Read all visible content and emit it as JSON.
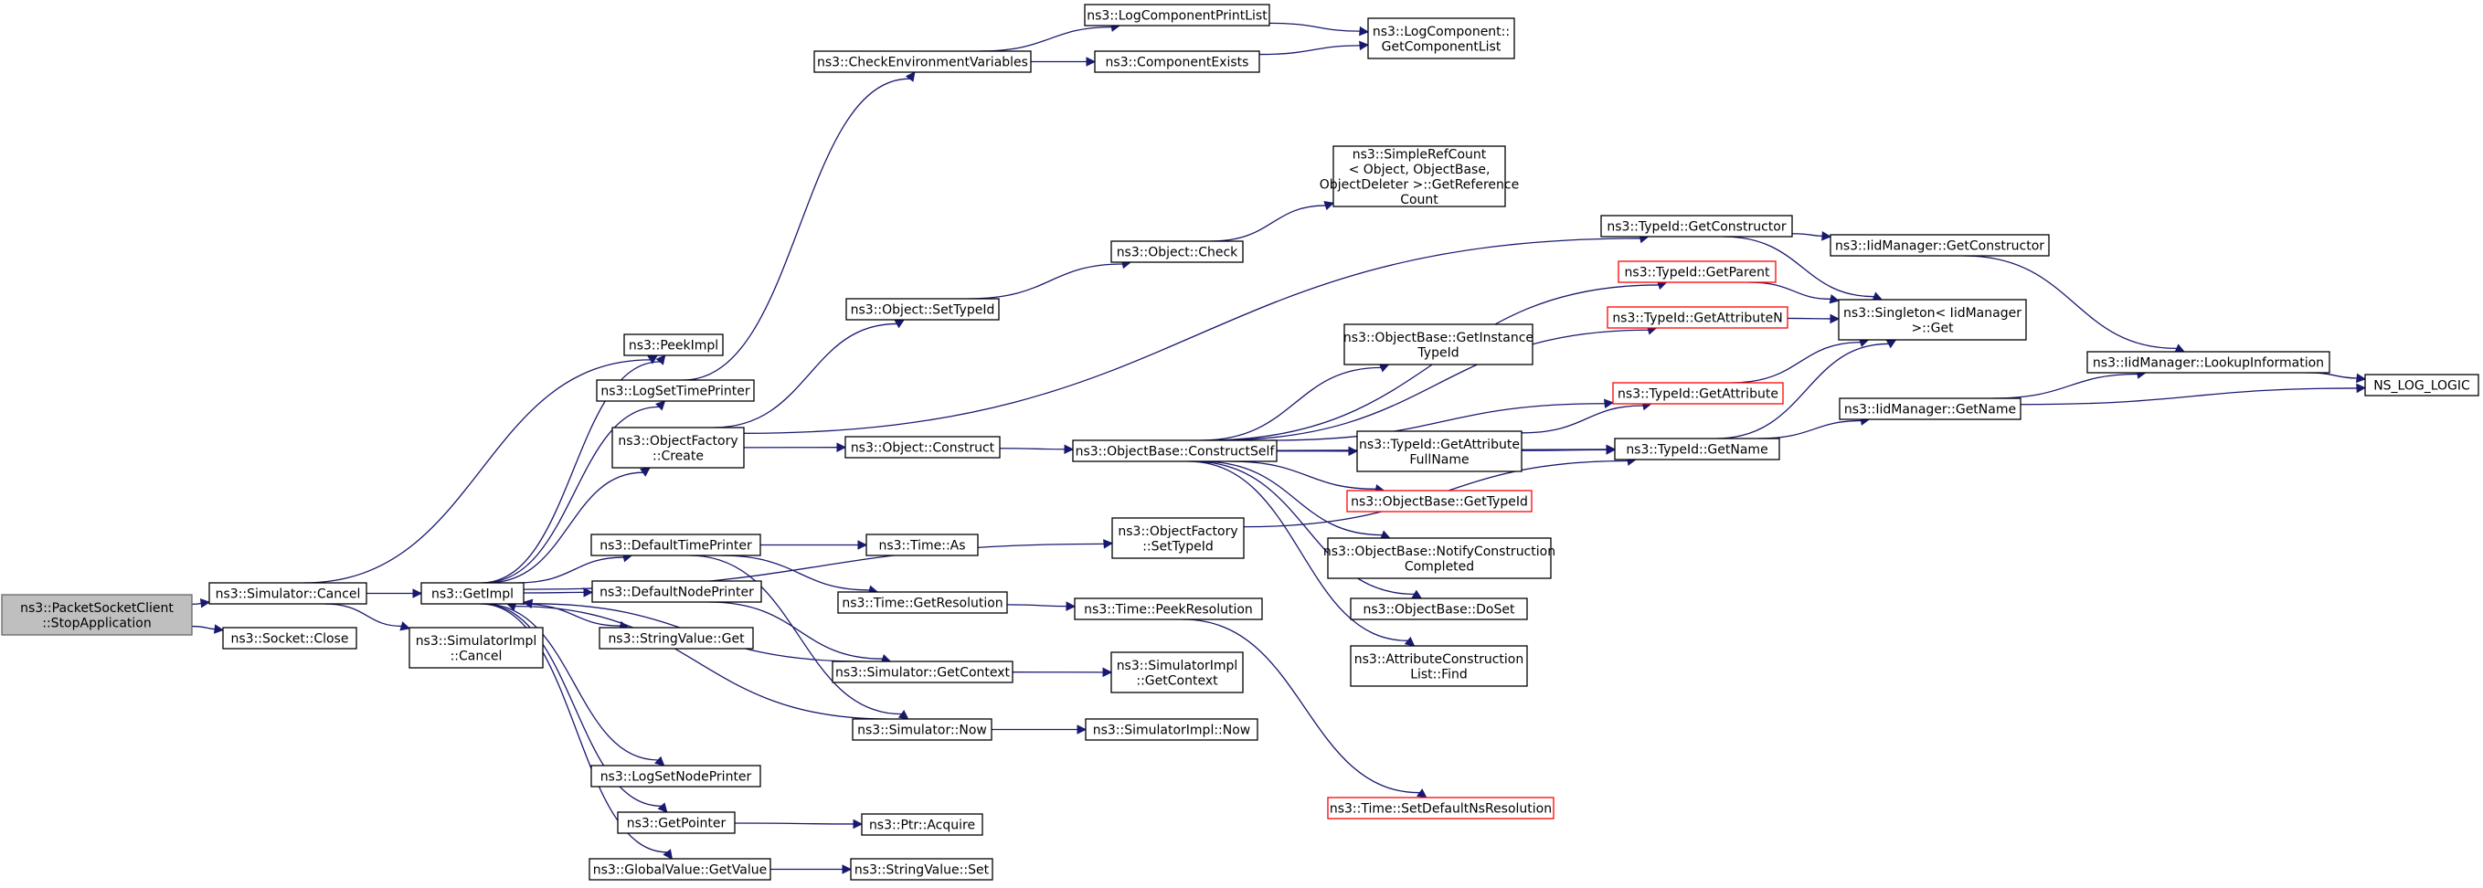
{
  "diagram": {
    "title": "",
    "colors": {
      "edge": "#191970",
      "border": "#000000",
      "root_fill": "#bfbfbf",
      "root_border": "#666666",
      "highlight_border": "#ff0000"
    },
    "nodes": [
      {
        "id": "root",
        "lines": [
          "ns3::PacketSocketClient",
          "::StopApplication"
        ],
        "style": "root"
      },
      {
        "id": "simCancel",
        "lines": [
          "ns3::Simulator::Cancel"
        ]
      },
      {
        "id": "sockClose",
        "lines": [
          "ns3::Socket::Close"
        ]
      },
      {
        "id": "getImpl",
        "lines": [
          "ns3::GetImpl"
        ]
      },
      {
        "id": "simImplCancel",
        "lines": [
          "ns3::SimulatorImpl",
          "::Cancel"
        ]
      },
      {
        "id": "peekImpl",
        "lines": [
          "ns3::PeekImpl"
        ]
      },
      {
        "id": "logSetTimePrinter",
        "lines": [
          "ns3::LogSetTimePrinter"
        ]
      },
      {
        "id": "objFactoryCreate",
        "lines": [
          "ns3::ObjectFactory",
          "::Create"
        ]
      },
      {
        "id": "defaultTimePrinter",
        "lines": [
          "ns3::DefaultTimePrinter"
        ]
      },
      {
        "id": "defaultNodePrinter",
        "lines": [
          "ns3::DefaultNodePrinter"
        ]
      },
      {
        "id": "stringValueGet",
        "lines": [
          "ns3::StringValue::Get"
        ]
      },
      {
        "id": "logSetNodePrinter",
        "lines": [
          "ns3::LogSetNodePrinter"
        ]
      },
      {
        "id": "getPointer",
        "lines": [
          "ns3::GetPointer"
        ]
      },
      {
        "id": "globalValueGetValue",
        "lines": [
          "ns3::GlobalValue::GetValue"
        ]
      },
      {
        "id": "checkEnvVars",
        "lines": [
          "ns3::CheckEnvironmentVariables"
        ]
      },
      {
        "id": "logCompPrintList",
        "lines": [
          "ns3::LogComponentPrintList"
        ]
      },
      {
        "id": "componentExists",
        "lines": [
          "ns3::ComponentExists"
        ]
      },
      {
        "id": "logCompGetList",
        "lines": [
          "ns3::LogComponent::",
          "GetComponentList"
        ]
      },
      {
        "id": "objSetTypeId",
        "lines": [
          "ns3::Object::SetTypeId"
        ]
      },
      {
        "id": "objCheck",
        "lines": [
          "ns3::Object::Check"
        ]
      },
      {
        "id": "simpleRefCount",
        "lines": [
          "ns3::SimpleRefCount",
          "< Object, ObjectBase,",
          "ObjectDeleter >::GetReference",
          "Count"
        ]
      },
      {
        "id": "objConstruct",
        "lines": [
          "ns3::Object::Construct"
        ]
      },
      {
        "id": "objBaseConstructSelf",
        "lines": [
          "ns3::ObjectBase::ConstructSelf"
        ]
      },
      {
        "id": "objFactorySetTypeId",
        "lines": [
          "ns3::ObjectFactory",
          "::SetTypeId"
        ]
      },
      {
        "id": "timeAs",
        "lines": [
          "ns3::Time::As"
        ]
      },
      {
        "id": "timeGetResolution",
        "lines": [
          "ns3::Time::GetResolution"
        ]
      },
      {
        "id": "timePeekResolution",
        "lines": [
          "ns3::Time::PeekResolution"
        ]
      },
      {
        "id": "simGetContext",
        "lines": [
          "ns3::Simulator::GetContext"
        ]
      },
      {
        "id": "simImplGetContext",
        "lines": [
          "ns3::SimulatorImpl",
          "::GetContext"
        ]
      },
      {
        "id": "simNow",
        "lines": [
          "ns3::Simulator::Now"
        ]
      },
      {
        "id": "simImplNow",
        "lines": [
          "ns3::SimulatorImpl::Now"
        ]
      },
      {
        "id": "ptrAcquire",
        "lines": [
          "ns3::Ptr::Acquire"
        ]
      },
      {
        "id": "stringValueSet",
        "lines": [
          "ns3::StringValue::Set"
        ]
      },
      {
        "id": "timeSetDefaultNsRes",
        "lines": [
          "ns3::Time::SetDefaultNsResolution"
        ],
        "style": "red"
      },
      {
        "id": "objBaseGetInstanceTypeId",
        "lines": [
          "ns3::ObjectBase::GetInstance",
          "TypeId"
        ]
      },
      {
        "id": "typeIdGetAttrFullName",
        "lines": [
          "ns3::TypeId::GetAttribute",
          "FullName"
        ]
      },
      {
        "id": "objBaseGetTypeId",
        "lines": [
          "ns3::ObjectBase::GetTypeId"
        ],
        "style": "red"
      },
      {
        "id": "objBaseNotify",
        "lines": [
          "ns3::ObjectBase::NotifyConstruction",
          "Completed"
        ]
      },
      {
        "id": "objBaseDoSet",
        "lines": [
          "ns3::ObjectBase::DoSet"
        ]
      },
      {
        "id": "attrConstructionFind",
        "lines": [
          "ns3::AttributeConstruction",
          "List::Find"
        ]
      },
      {
        "id": "typeIdGetConstructor",
        "lines": [
          "ns3::TypeId::GetConstructor"
        ]
      },
      {
        "id": "typeIdGetParent",
        "lines": [
          "ns3::TypeId::GetParent"
        ],
        "style": "red"
      },
      {
        "id": "typeIdGetAttributeN",
        "lines": [
          "ns3::TypeId::GetAttributeN"
        ],
        "style": "red"
      },
      {
        "id": "typeIdGetAttribute",
        "lines": [
          "ns3::TypeId::GetAttribute"
        ],
        "style": "red"
      },
      {
        "id": "typeIdGetName",
        "lines": [
          "ns3::TypeId::GetName"
        ]
      },
      {
        "id": "iidMgrGetConstructor",
        "lines": [
          "ns3::IidManager::GetConstructor"
        ]
      },
      {
        "id": "singletonGet",
        "lines": [
          "ns3::Singleton< IidManager",
          ">::Get"
        ]
      },
      {
        "id": "iidMgrGetName",
        "lines": [
          "ns3::IidManager::GetName"
        ]
      },
      {
        "id": "iidMgrLookup",
        "lines": [
          "ns3::IidManager::LookupInformation"
        ]
      },
      {
        "id": "nsLogLogic",
        "lines": [
          "NS_LOG_LOGIC"
        ]
      }
    ],
    "edges": [
      [
        "root",
        "simCancel"
      ],
      [
        "root",
        "sockClose"
      ],
      [
        "simCancel",
        "getImpl"
      ],
      [
        "simCancel",
        "peekImpl"
      ],
      [
        "simCancel",
        "simImplCancel"
      ],
      [
        "getImpl",
        "peekImpl"
      ],
      [
        "getImpl",
        "logSetTimePrinter"
      ],
      [
        "getImpl",
        "objFactoryCreate"
      ],
      [
        "getImpl",
        "objFactorySetTypeId"
      ],
      [
        "getImpl",
        "defaultTimePrinter"
      ],
      [
        "getImpl",
        "defaultNodePrinter"
      ],
      [
        "getImpl",
        "stringValueGet"
      ],
      [
        "getImpl",
        "logSetNodePrinter"
      ],
      [
        "getImpl",
        "getPointer"
      ],
      [
        "getImpl",
        "globalValueGetValue"
      ],
      [
        "simGetContext",
        "getImpl"
      ],
      [
        "simNow",
        "getImpl"
      ],
      [
        "logSetTimePrinter",
        "checkEnvVars"
      ],
      [
        "checkEnvVars",
        "logCompPrintList"
      ],
      [
        "checkEnvVars",
        "componentExists"
      ],
      [
        "logCompPrintList",
        "logCompGetList"
      ],
      [
        "componentExists",
        "logCompGetList"
      ],
      [
        "objFactoryCreate",
        "objSetTypeId"
      ],
      [
        "objFactoryCreate",
        "objConstruct"
      ],
      [
        "objFactoryCreate",
        "typeIdGetConstructor"
      ],
      [
        "objSetTypeId",
        "objCheck"
      ],
      [
        "objCheck",
        "simpleRefCount"
      ],
      [
        "objConstruct",
        "objBaseConstructSelf"
      ],
      [
        "objBaseConstructSelf",
        "typeIdGetParent"
      ],
      [
        "objBaseConstructSelf",
        "typeIdGetAttributeN"
      ],
      [
        "objBaseConstructSelf",
        "objBaseGetInstanceTypeId"
      ],
      [
        "objBaseConstructSelf",
        "typeIdGetAttribute"
      ],
      [
        "objBaseConstructSelf",
        "typeIdGetAttrFullName"
      ],
      [
        "objBaseConstructSelf",
        "objBaseGetTypeId"
      ],
      [
        "objBaseConstructSelf",
        "objBaseNotify"
      ],
      [
        "objBaseConstructSelf",
        "objBaseDoSet"
      ],
      [
        "objBaseConstructSelf",
        "attrConstructionFind"
      ],
      [
        "objBaseConstructSelf",
        "typeIdGetName"
      ],
      [
        "typeIdGetAttrFullName",
        "typeIdGetAttribute"
      ],
      [
        "typeIdGetAttrFullName",
        "typeIdGetName"
      ],
      [
        "typeIdGetConstructor",
        "iidMgrGetConstructor"
      ],
      [
        "typeIdGetConstructor",
        "singletonGet"
      ],
      [
        "typeIdGetParent",
        "singletonGet"
      ],
      [
        "typeIdGetAttributeN",
        "singletonGet"
      ],
      [
        "typeIdGetAttribute",
        "singletonGet"
      ],
      [
        "typeIdGetName",
        "singletonGet"
      ],
      [
        "typeIdGetName",
        "iidMgrGetName"
      ],
      [
        "iidMgrGetConstructor",
        "iidMgrLookup"
      ],
      [
        "iidMgrGetName",
        "iidMgrLookup"
      ],
      [
        "iidMgrGetName",
        "nsLogLogic"
      ],
      [
        "iidMgrLookup",
        "nsLogLogic"
      ],
      [
        "defaultTimePrinter",
        "timeAs"
      ],
      [
        "defaultTimePrinter",
        "timeGetResolution"
      ],
      [
        "defaultTimePrinter",
        "simNow"
      ],
      [
        "timeGetResolution",
        "timePeekResolution"
      ],
      [
        "defaultNodePrinter",
        "simGetContext"
      ],
      [
        "simGetContext",
        "simImplGetContext"
      ],
      [
        "simNow",
        "simImplNow"
      ],
      [
        "getPointer",
        "ptrAcquire"
      ],
      [
        "globalValueGetValue",
        "stringValueSet"
      ],
      [
        "objFactorySetTypeId",
        "typeIdGetName"
      ],
      [
        "timePeekResolution",
        "timeSetDefaultNsRes"
      ]
    ]
  }
}
